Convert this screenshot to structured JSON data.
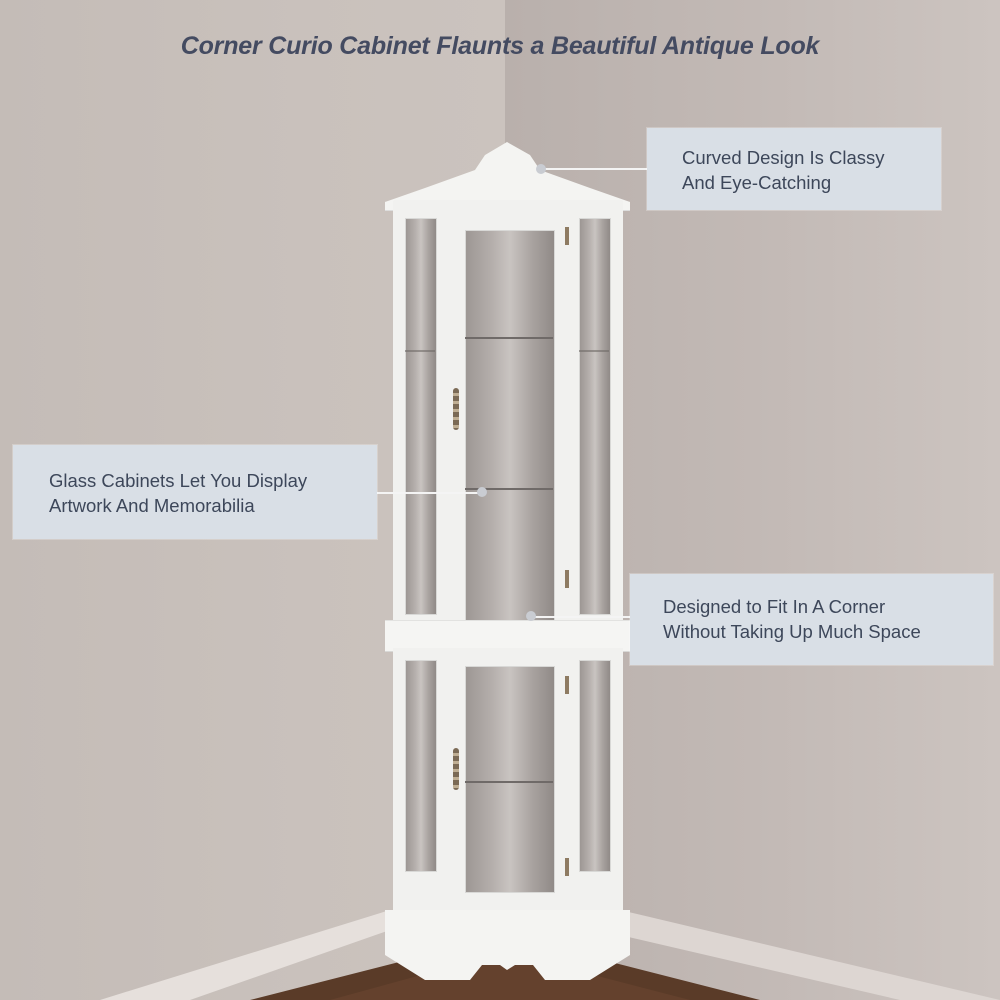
{
  "headline": "Corner Curio Cabinet Flaunts a Beautiful Antique Look",
  "callouts": [
    {
      "id": "curved-design",
      "line1": "Curved Design Is Classy",
      "line2": "And Eye-Catching"
    },
    {
      "id": "glass-cabinets",
      "line1": "Glass Cabinets Let You Display",
      "line2": "Artwork And Memorabilia"
    },
    {
      "id": "corner-fit",
      "line1": "Designed to Fit In A Corner",
      "line2": "Without Taking Up Much Space"
    }
  ],
  "colors": {
    "headline_text": "#444b61",
    "callout_bg": "#d9dfe6",
    "callout_text": "#3d475a",
    "wall": "#c4bcb7",
    "floor": "#5a3b28",
    "cabinet": "#f1f1ef"
  },
  "product": {
    "name": "corner curio cabinet",
    "color": "white"
  }
}
